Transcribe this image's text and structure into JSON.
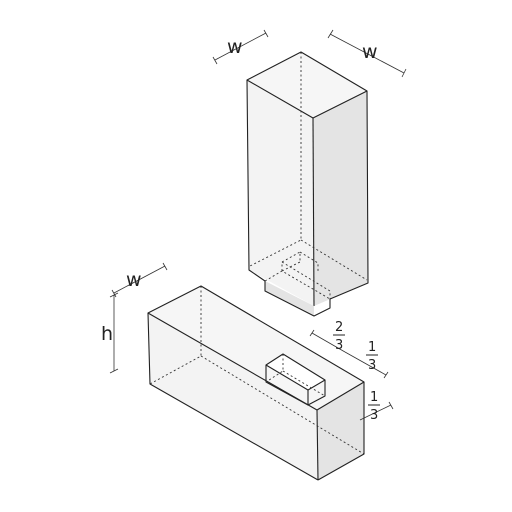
{
  "labels": {
    "post_width_left": "w",
    "post_width_right": "w",
    "beam_width": "w",
    "beam_height": "h",
    "tenon_length": {
      "num": "2",
      "den": "3"
    },
    "mortise_offset": {
      "num": "1",
      "den": "3"
    },
    "mortise_depth": {
      "num": "1",
      "den": "3"
    }
  }
}
